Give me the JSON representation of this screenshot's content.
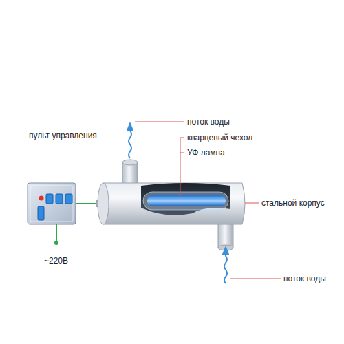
{
  "diagram": {
    "labels": [
      "пульт управления",
      "~220В",
      "поток воды",
      "кварцевый чехол",
      "УФ лампа",
      "стальной корпус",
      "поток воды"
    ]
  }
}
